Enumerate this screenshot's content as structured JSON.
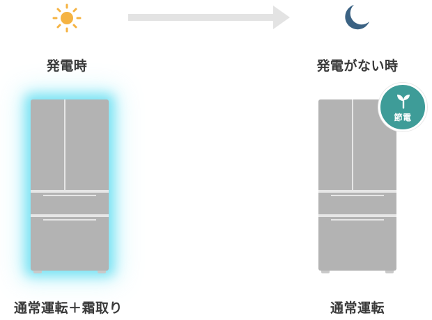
{
  "day": {
    "icon": "sun-icon",
    "label": "発電時",
    "mode": "通常運転＋霜取り",
    "glow_color": "#60dcf0"
  },
  "night": {
    "icon": "moon-icon",
    "label": "発電がない時",
    "mode": "通常運転",
    "badge_icon": "sprout-icon",
    "badge_text": "節電",
    "badge_color": "#3e9c98"
  },
  "arrow": {
    "icon": "arrow-right-icon",
    "color": "#e3e3e3"
  },
  "colors": {
    "sun": "#f5b342",
    "moon": "#3b6283",
    "fridge": "#b3b3b3",
    "text": "#3a3a3a"
  }
}
